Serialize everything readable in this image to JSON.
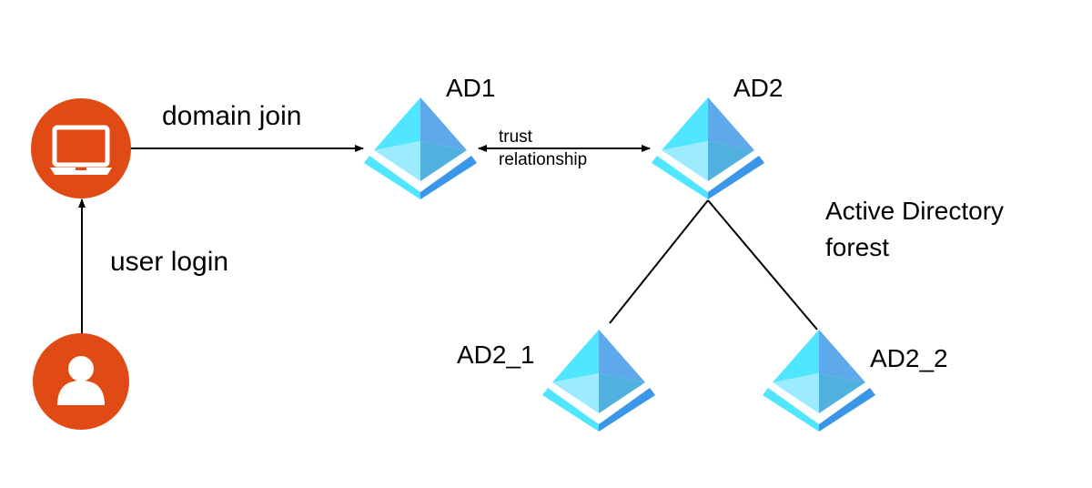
{
  "diagram": {
    "title": "",
    "colors": {
      "person_icon_bg": "#E04A14",
      "icon_fg": "#FFFFFF",
      "ad_top_left": "#50E6FF",
      "ad_top_right": "#5EA8EC",
      "ad_front_left": "#9CEBFF",
      "ad_front_right": "#50B0DE",
      "ad_base_left": "#50E6FF",
      "ad_base_right": "#3A96E8",
      "line": "#000000"
    },
    "nodes": [
      {
        "id": "laptop",
        "icon": "laptop-icon",
        "label": ""
      },
      {
        "id": "user",
        "icon": "user-icon",
        "label": ""
      },
      {
        "id": "ad1",
        "icon": "active-directory-icon",
        "label": "AD1"
      },
      {
        "id": "ad2",
        "icon": "active-directory-icon",
        "label": "AD2"
      },
      {
        "id": "ad2_1",
        "icon": "active-directory-icon",
        "label": "AD2_1"
      },
      {
        "id": "ad2_2",
        "icon": "active-directory-icon",
        "label": "AD2_2"
      }
    ],
    "edges": [
      {
        "from": "laptop",
        "to": "ad1",
        "label": "domain join",
        "arrow": "end"
      },
      {
        "from": "user",
        "to": "laptop",
        "label": "user login",
        "arrow": "end"
      },
      {
        "from": "ad1",
        "to": "ad2",
        "label_line1": "trust",
        "label_line2": "relationship",
        "arrow": "both"
      },
      {
        "from": "ad2",
        "to": "ad2_1",
        "label": "",
        "arrow": "none"
      },
      {
        "from": "ad2",
        "to": "ad2_2",
        "label": "",
        "arrow": "none"
      }
    ],
    "annotations": {
      "forest_line1": "Active Directory",
      "forest_line2": "forest"
    }
  }
}
